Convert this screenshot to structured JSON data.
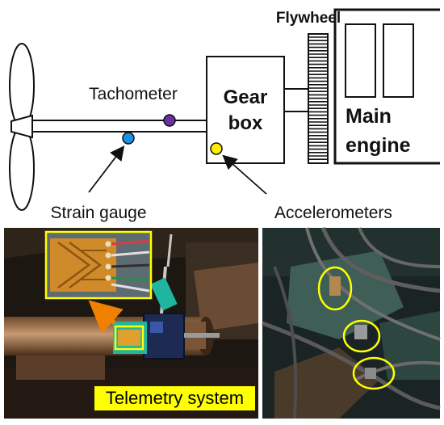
{
  "labels": {
    "flywheel": "Flywheel",
    "tachometer": "Tachometer",
    "gear_line1": "Gear",
    "gear_line2": "box",
    "main_line1": "Main",
    "main_line2": "engine",
    "strain_gauge": "Strain gauge",
    "accelerometers": "Accelerometers",
    "telemetry": "Telemetry system"
  },
  "colors": {
    "tachometer_marker": "#6b2fa0",
    "strain_marker": "#1e90e0",
    "accelerometer_marker": "#ffee00",
    "highlight": "#ffff00",
    "arrow_orange": "#f08000"
  }
}
